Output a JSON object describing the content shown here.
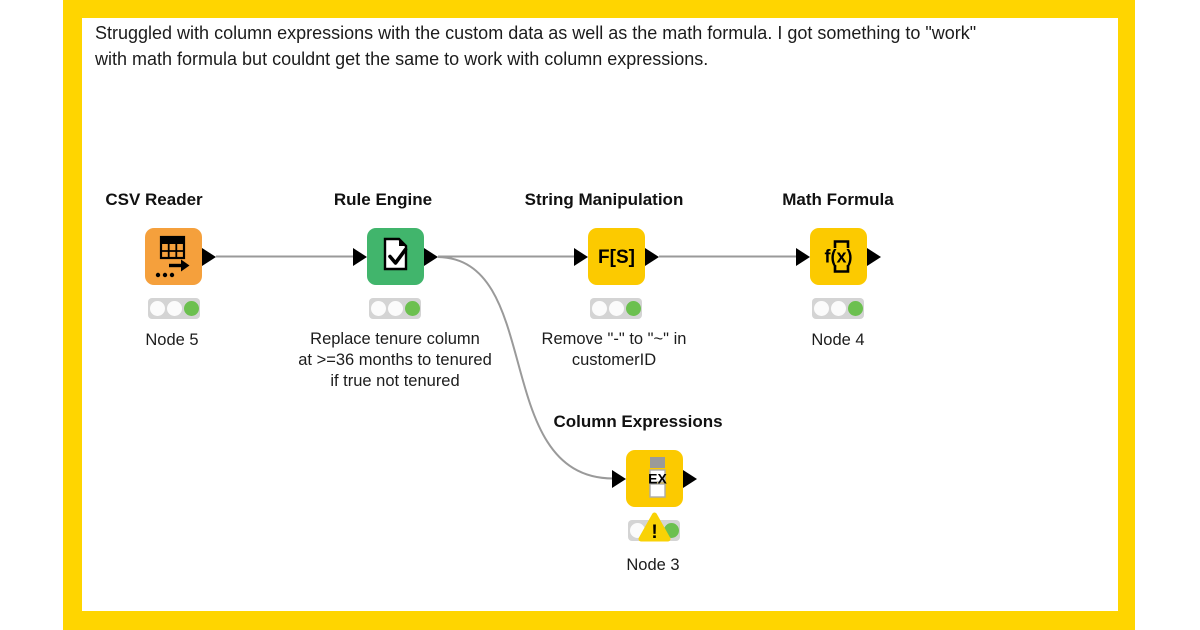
{
  "description": {
    "line1": "Struggled with column expressions with the custom data as well as the math formula. I got something to \"work\"",
    "line2": "with math formula but couldnt get the same to work with column expressions."
  },
  "colors": {
    "frame_yellow": "#FFD500",
    "node_yellow": "#FCCA00",
    "node_orange": "#F5A03C",
    "node_green": "#41B56C",
    "wire_grey": "#9A9A9A",
    "status_green": "#6CC04F",
    "warning_yellow": "#F9D205"
  },
  "nodes": {
    "csv_reader": {
      "title": "CSV Reader",
      "caption": "Node 5",
      "icon": "table-export-icon",
      "status": [
        "idle",
        "idle",
        "success"
      ]
    },
    "rule_engine": {
      "title": "Rule Engine",
      "caption": "Replace tenure column\nat >=36 months to tenured\nif true not tenured",
      "icon": "document-check-icon",
      "status": [
        "idle",
        "idle",
        "success"
      ]
    },
    "string_manipulation": {
      "title": "String Manipulation",
      "caption": "Remove \"-\" to \"~\" in\ncustomerID",
      "icon_text": "F[S]",
      "status": [
        "idle",
        "idle",
        "success"
      ]
    },
    "math_formula": {
      "title": "Math Formula",
      "caption": "Node 4",
      "icon_text": "f(x)",
      "status": [
        "idle",
        "idle",
        "success"
      ]
    },
    "column_expressions": {
      "title": "Column Expressions",
      "caption": "Node 3",
      "icon_text": "EX",
      "status": [
        "idle",
        "warning",
        "success"
      ],
      "warning_glyph": "!"
    }
  }
}
